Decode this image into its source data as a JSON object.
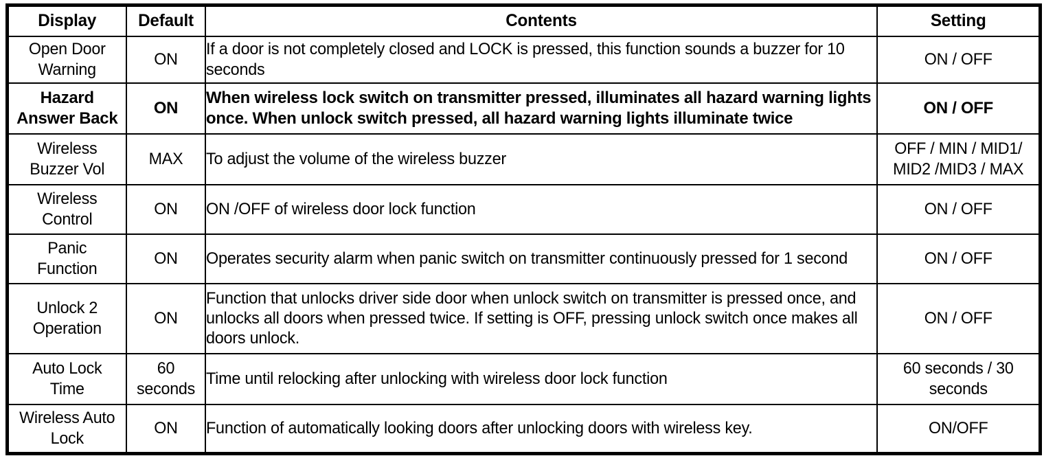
{
  "table": {
    "headers": {
      "display": "Display",
      "default": "Default",
      "contents": "Contents",
      "setting": "Setting"
    },
    "rows": [
      {
        "display": "Open Door\nWarning",
        "default": "ON",
        "contents": "If a door is not completely closed and LOCK is pressed, this function sounds a buzzer for 10 seconds",
        "setting": "ON / OFF"
      },
      {
        "display": "Hazard\nAnswer Back",
        "default": "ON",
        "contents": "When wireless lock switch on transmitter pressed, illuminates all hazard warning lights once. When unlock switch pressed, all hazard warning lights illuminate twice",
        "setting": "ON / OFF"
      },
      {
        "display": "Wireless\nBuzzer Vol",
        "default": "MAX",
        "contents": "To adjust the volume of the wireless buzzer",
        "setting": "OFF / MIN / MID1/\nMID2 /MID3 / MAX"
      },
      {
        "display": "Wireless\nControl",
        "default": "ON",
        "contents": "ON /OFF of wireless door lock function",
        "setting": "ON / OFF"
      },
      {
        "display": "Panic\nFunction",
        "default": "ON",
        "contents": "Operates security alarm when panic switch on transmitter continuously pressed for 1 second",
        "setting": "ON / OFF"
      },
      {
        "display": "Unlock 2\nOperation",
        "default": "ON",
        "contents": "Function that unlocks driver side door when unlock switch on transmitter is pressed once, and unlocks all doors when pressed twice. If setting is OFF, pressing unlock switch once makes all doors unlock.",
        "setting": "ON / OFF"
      },
      {
        "display": "Auto Lock\nTime",
        "default": "60\nseconds",
        "contents": "Time until relocking after unlocking with wireless door lock function",
        "setting": "60 seconds / 30\nseconds"
      },
      {
        "display": "Wireless Auto\nLock",
        "default": "ON",
        "contents": "Function of automatically looking doors after unlocking doors with wireless key.",
        "setting": "ON/OFF"
      }
    ]
  },
  "colors": {
    "border": "#000000",
    "text": "#000000",
    "background": "#ffffff"
  }
}
